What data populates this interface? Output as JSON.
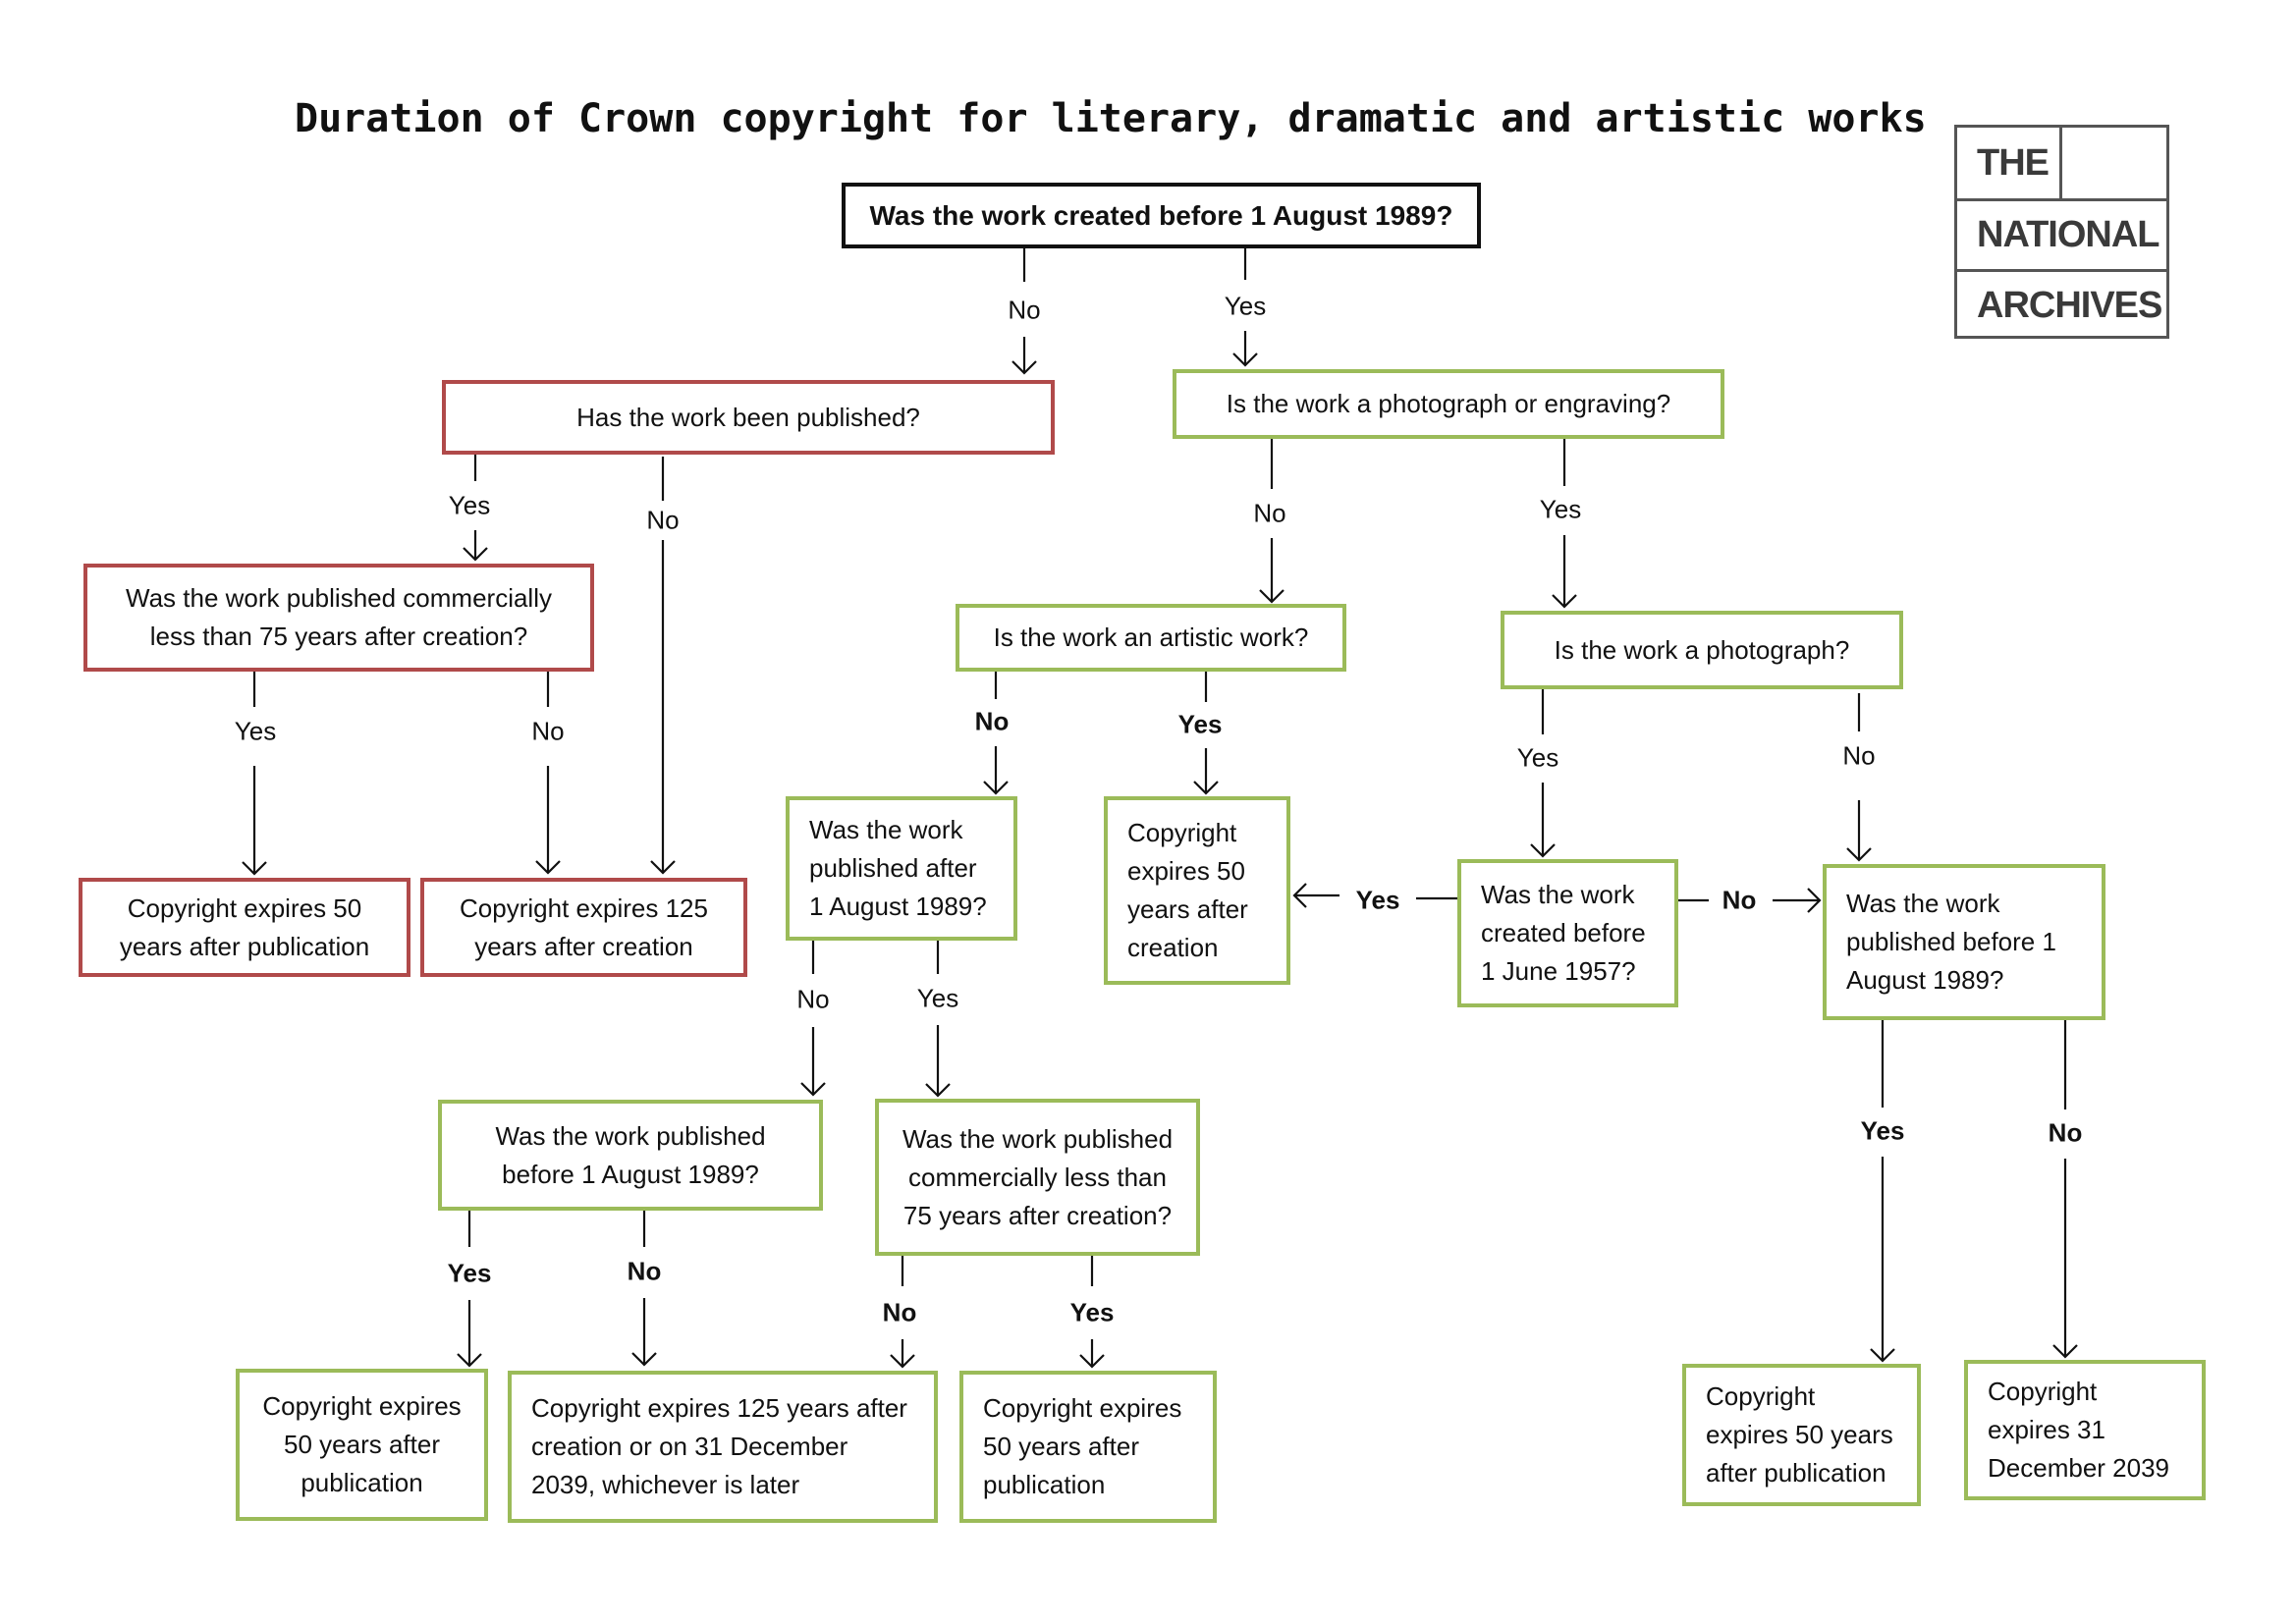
{
  "title": "Duration of Crown copyright for literary, dramatic and artistic works",
  "logo": {
    "line1": "THE",
    "line2": "NATIONAL",
    "line3": "ARCHIVES"
  },
  "colors": {
    "root_border": "#111111",
    "unpublished_branch": "#b04a4a",
    "created_before_branch": "#9bbb59"
  },
  "nodes": {
    "q_created_before_1989": "Was the work created before 1 August 1989?",
    "q_published": "Has the work been published?",
    "q_published_commercially_75": [
      "Was the work published commercially",
      "less than 75 years after creation?"
    ],
    "r_50_after_publication_a": [
      "Copyright expires 50",
      "years after publication"
    ],
    "r_125_after_creation": [
      "Copyright expires 125",
      "years after creation"
    ],
    "q_photo_or_engraving": "Is the work a photograph or engraving?",
    "q_artistic": "Is the work an artistic work?",
    "q_photograph": "Is the work a photograph?",
    "q_published_after_1989": [
      "Was the work",
      "published after",
      "1 August 1989?"
    ],
    "r_50_after_creation": [
      "Copyright",
      "expires 50",
      "years after",
      "creation"
    ],
    "q_created_before_1957": [
      "Was the work",
      "created before",
      "1 June 1957?"
    ],
    "q_published_before_1989_photo": [
      "Was the work",
      "published before 1",
      "August 1989?"
    ],
    "q_published_before_1989": [
      "Was the work published",
      "before 1 August 1989?"
    ],
    "q_published_commercially_75_b": [
      "Was the work published",
      "commercially less than",
      "75 years after creation?"
    ],
    "r_50_after_publication_b": [
      "Copyright expires",
      "50 years after",
      "publication"
    ],
    "r_125_or_2039": [
      "Copyright expires 125 years after",
      "creation or on 31 December",
      "2039, whichever is later"
    ],
    "r_50_after_publication_c": [
      "Copyright expires",
      "50 years after",
      "publication"
    ],
    "r_50_after_publication_d": [
      "Copyright",
      "expires 50 years",
      "after publication"
    ],
    "r_31_dec_2039": [
      "Copyright",
      "expires 31",
      "December 2039"
    ]
  },
  "edge_labels": {
    "e1": "No",
    "e2": "Yes",
    "e3": "Yes",
    "e4": "No",
    "e5": "Yes",
    "e6": "No",
    "e7": "No",
    "e8": "Yes",
    "e9": "No",
    "e10": "Yes",
    "e11": "Yes",
    "e12": "No",
    "e13": "No",
    "e14": "Yes",
    "e15": "Yes",
    "e16": "No",
    "e17": "Yes",
    "e18": "No",
    "e19": "No",
    "e20": "Yes",
    "e21": "Yes",
    "e22": "No"
  }
}
